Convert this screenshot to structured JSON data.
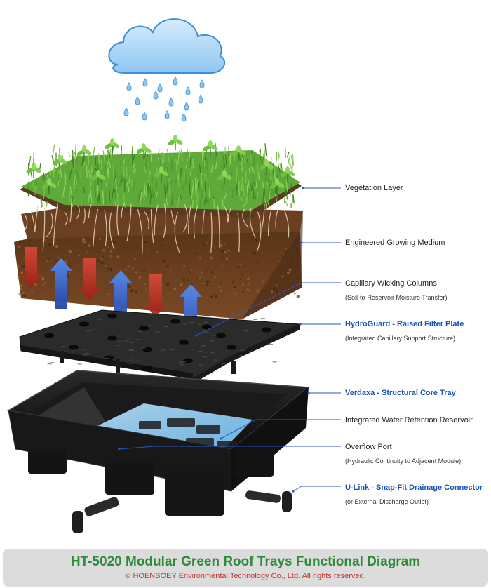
{
  "diagram": {
    "icons": [
      "rain-cloud-icon",
      "raindrop-icon",
      "plant-icon",
      "up-arrow-icon",
      "down-arrow-icon"
    ],
    "colors": {
      "brand_blue": "#1a52b8",
      "title_green": "#2e8b3a",
      "copyright_red": "#c0392b",
      "cloud_blue": "#a9d4f5",
      "water_blue": "#8fd0ff",
      "soil_brown": "#6b3f22",
      "grass_green": "#5fa83a",
      "tray_black": "#1c1c1c",
      "flow_red": "#c0392b",
      "flow_blue": "#2d5fd0"
    },
    "labels": [
      {
        "text": "Vegetation Layer",
        "brand": false
      },
      {
        "text": "Engineered Growing Medium",
        "brand": false
      },
      {
        "text": "Capillary Wicking Columns",
        "brand": false,
        "sub": "(Soil-to-Reservoir Moisture Transfer)"
      },
      {
        "text": "HydroGuard - Raised Filter Plate",
        "brand": true,
        "sub": "(Integrated Capillary Support Structure)"
      },
      {
        "text": "Verdaxa - Structural Core Tray",
        "brand": true
      },
      {
        "text": "Integrated Water Retention Reservoir",
        "brand": false
      },
      {
        "text": "Overflow Port",
        "brand": false,
        "sub": "(Hydraulic Continuity to Adjacent Module)"
      },
      {
        "text": "U-Link - Snap-Fit Drainage Connector",
        "brand": true,
        "sub": "(or External Discharge Outlet)"
      }
    ]
  },
  "footer": {
    "title": "HT-5020 Modular Green Roof Trays Functional Diagram",
    "copyright": "© HOENSOEY Environmental Technology Co., Ltd. All rights reserved."
  }
}
